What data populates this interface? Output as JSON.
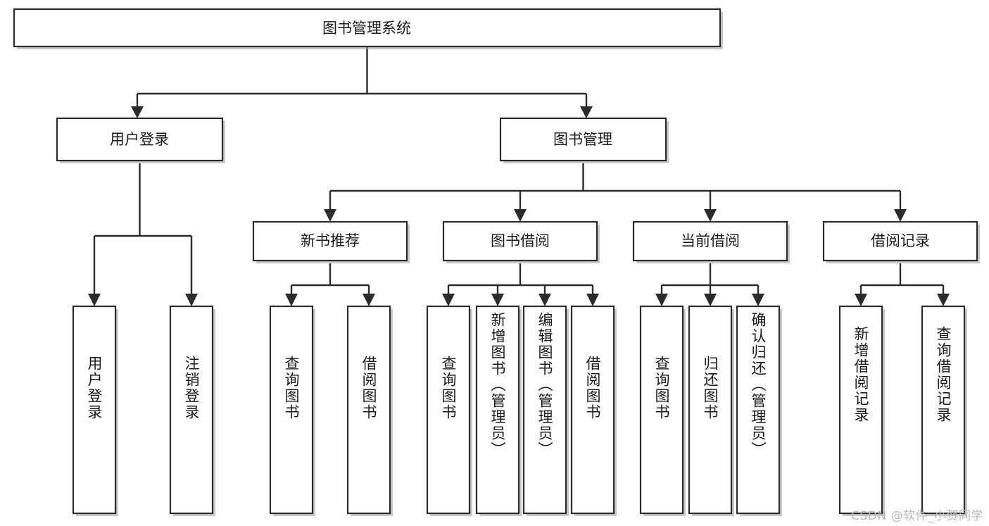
{
  "diagram": {
    "type": "tree-hierarchy",
    "title": "图书管理系统",
    "watermark": "CSDN @软件_小贺同学",
    "colors": {
      "background": "#ffffff",
      "box_stroke": "#2b2b2b",
      "box_fill": "#ffffff",
      "connector": "#2b2b2b",
      "text": "#1a1a1a",
      "watermark": "#b9b9b9"
    },
    "root": {
      "label": "图书管理系统"
    },
    "level1": [
      {
        "label": "用户登录"
      },
      {
        "label": "图书管理"
      }
    ],
    "level2": [
      {
        "label": "新书推荐",
        "parent": "图书管理"
      },
      {
        "label": "图书借阅",
        "parent": "图书管理"
      },
      {
        "label": "当前借阅",
        "parent": "图书管理"
      },
      {
        "label": "借阅记录",
        "parent": "图书管理"
      }
    ],
    "leaves": {
      "user_login": [
        {
          "label": "用户登录"
        },
        {
          "label": "注销登录"
        }
      ],
      "new_book_recommend": [
        {
          "label": "查询图书"
        },
        {
          "label": "借阅图书"
        }
      ],
      "book_borrow": [
        {
          "label": "查询图书"
        },
        {
          "label": "新增图书（管理员）"
        },
        {
          "label": "编辑图书（管理员）"
        },
        {
          "label": "借阅图书"
        }
      ],
      "current_borrow": [
        {
          "label": "查询图书"
        },
        {
          "label": "归还图书"
        },
        {
          "label": "确认归还（管理员）"
        }
      ],
      "borrow_record": [
        {
          "label": "新增借阅记录"
        },
        {
          "label": "查询借阅记录"
        }
      ]
    }
  }
}
